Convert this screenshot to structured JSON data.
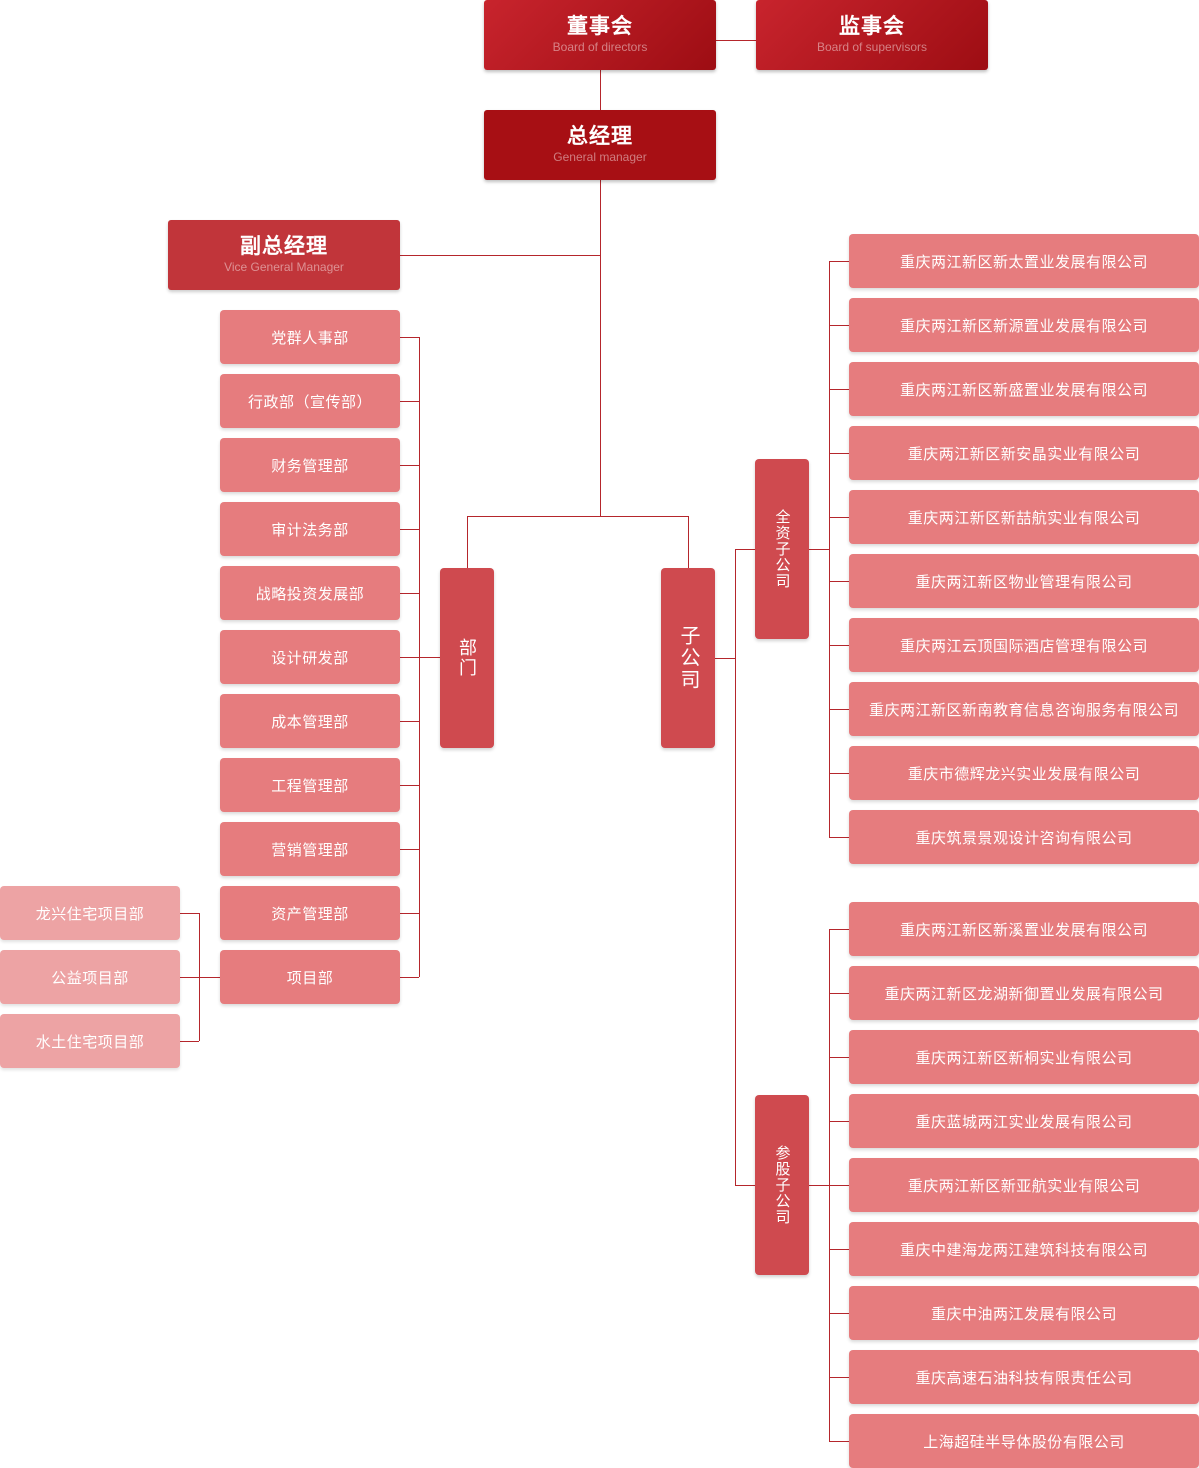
{
  "colors": {
    "line": "#b5262c",
    "top": "#b0171d",
    "category": "#cf4a4f",
    "leaf": "#e67c7e",
    "sub": "#eda3a4"
  },
  "board": {
    "cn": "董事会",
    "en": "Board of directors"
  },
  "supervisors": {
    "cn": "监事会",
    "en": "Board of supervisors"
  },
  "general_manager": {
    "cn": "总经理",
    "en": "General manager"
  },
  "vice_general_manager": {
    "cn": "副总经理",
    "en": "Vice General Manager"
  },
  "departments": {
    "label": "部门",
    "items": [
      "党群人事部",
      "行政部（宣传部）",
      "财务管理部",
      "审计法务部",
      "战略投资发展部",
      "设计研发部",
      "成本管理部",
      "工程管理部",
      "营销管理部",
      "资产管理部",
      "项目部"
    ]
  },
  "project_departments": [
    "龙兴住宅项目部",
    "公益项目部",
    "水土住宅项目部"
  ],
  "subsidiaries": {
    "label": "子公司",
    "wholly_owned": {
      "label": "全资子公司",
      "items": [
        "重庆两江新区新太置业发展有限公司",
        "重庆两江新区新源置业发展有限公司",
        "重庆两江新区新盛置业发展有限公司",
        "重庆两江新区新安晶实业有限公司",
        "重庆两江新区新喆航实业有限公司",
        "重庆两江新区物业管理有限公司",
        "重庆两江云顶国际酒店管理有限公司",
        "重庆两江新区新南教育信息咨询服务有限公司",
        "重庆市德辉龙兴实业发展有限公司",
        "重庆筑景景观设计咨询有限公司"
      ]
    },
    "equity_participation": {
      "label": "参股子公司",
      "items": [
        "重庆两江新区新溪置业发展有限公司",
        "重庆两江新区龙湖新御置业发展有限公司",
        "重庆两江新区新桐实业有限公司",
        "重庆蓝城两江实业发展有限公司",
        "重庆两江新区新亚航实业有限公司",
        "重庆中建海龙两江建筑科技有限公司",
        "重庆中油两江发展有限公司",
        "重庆高速石油科技有限责任公司",
        "上海超硅半导体股份有限公司"
      ]
    }
  }
}
